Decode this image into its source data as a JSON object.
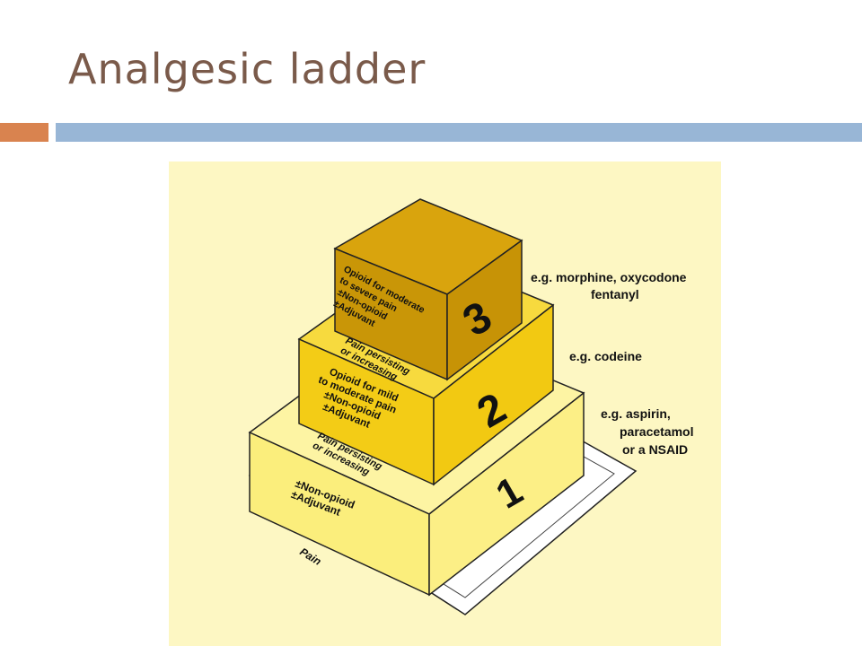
{
  "slide": {
    "title": "Analgesic ladder"
  },
  "ladder": {
    "base_label": "Pain",
    "steps": [
      {
        "number": "1",
        "treatment_lines": [
          "±Non-opioid",
          "±Adjuvant"
        ],
        "example_lines": [
          "e.g. aspirin,",
          "paracetamol",
          "or a NSAID"
        ],
        "transition_lines": [
          "Pain persisting",
          "or increasing"
        ]
      },
      {
        "number": "2",
        "treatment_lines": [
          "Opioid for mild",
          "to moderate pain",
          "±Non-opioid",
          "±Adjuvant"
        ],
        "example_lines": [
          "e.g. codeine"
        ],
        "transition_lines": [
          "Pain persisting",
          "or increasing"
        ]
      },
      {
        "number": "3",
        "treatment_lines": [
          "Opioid for moderate",
          "to severe pain",
          "±Non-opioid",
          "±Adjuvant"
        ],
        "example_lines": [
          "e.g. morphine, oxycodone",
          "fentanyl"
        ]
      }
    ]
  },
  "colors": {
    "title": "#7a5a4a",
    "accent_orange": "#d9834f",
    "accent_blue": "#98b6d6",
    "figure_background": "#fdf7c3",
    "step1": "#fbee7c",
    "step2": "#f3cc16",
    "step3": "#c99607"
  }
}
